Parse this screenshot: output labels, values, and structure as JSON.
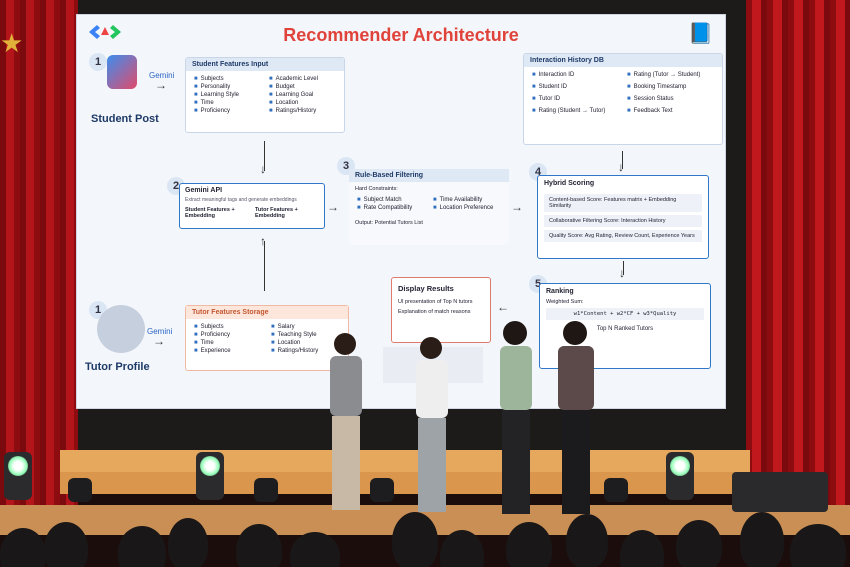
{
  "slide": {
    "title": "Recommender Architecture",
    "student_post": {
      "number": "1",
      "label": "Student Post",
      "gemini": "Gemini"
    },
    "tutor_profile": {
      "number": "1",
      "label": "Tutor Profile",
      "gemini": "Gemini"
    },
    "student_features": {
      "header": "Student Features Input",
      "items": [
        "Subjects",
        "Academic Level",
        "Personality",
        "Budget",
        "Learning Style",
        "Learning Goal",
        "Time",
        "Location",
        "Proficiency",
        "Ratings/History"
      ]
    },
    "tutor_features": {
      "header": "Tutor Features Storage",
      "items": [
        "Subjects",
        "Salary",
        "Proficiency",
        "Teaching Style",
        "Time",
        "Location",
        "Experience",
        "Ratings/History"
      ]
    },
    "gemini_api": {
      "number": "2",
      "header": "Gemini API",
      "desc": "Extract meaningful tags and generate embeddings",
      "left": "Student Features + Embedding",
      "right": "Tutor Features + Embedding"
    },
    "rule_filter": {
      "number": "3",
      "header": "Rule-Based Filtering",
      "hard": "Hard Constraints:",
      "items": [
        "Subject Match",
        "Time Availability",
        "Rate Compatibility",
        "Location Preference"
      ],
      "output": "Output: Potential Tutors List"
    },
    "interaction_db": {
      "header": "Interaction History DB",
      "items": [
        "Interaction ID",
        "Rating (Tutor → Student)",
        "Student ID",
        "Booking Timestamp",
        "Tutor ID",
        "Session Status",
        "Rating (Student → Tutor)",
        "Feedback Text"
      ]
    },
    "hybrid": {
      "number": "4",
      "header": "Hybrid Scoring",
      "rows": [
        "Content-based Score: Features matrix + Embedding Similarity",
        "Collaborative Filtering Score: Interaction History",
        "Quality Score: Avg Rating, Review Count, Experience Years"
      ]
    },
    "ranking": {
      "number": "5",
      "header": "Ranking",
      "weighted": "Weighted Sum:",
      "formula": "w1*Content + w2*CF + w3*Quality",
      "result": "Top N Ranked Tutors"
    },
    "display": {
      "header": "Display Results",
      "line1": "UI presentation of Top N tutors",
      "line2": "Explanation of match reasons"
    }
  },
  "colors": {
    "accent": "#e0433a",
    "primary": "#2f77c9",
    "curtain": "#b3151a",
    "stage": "#e5a85d"
  }
}
